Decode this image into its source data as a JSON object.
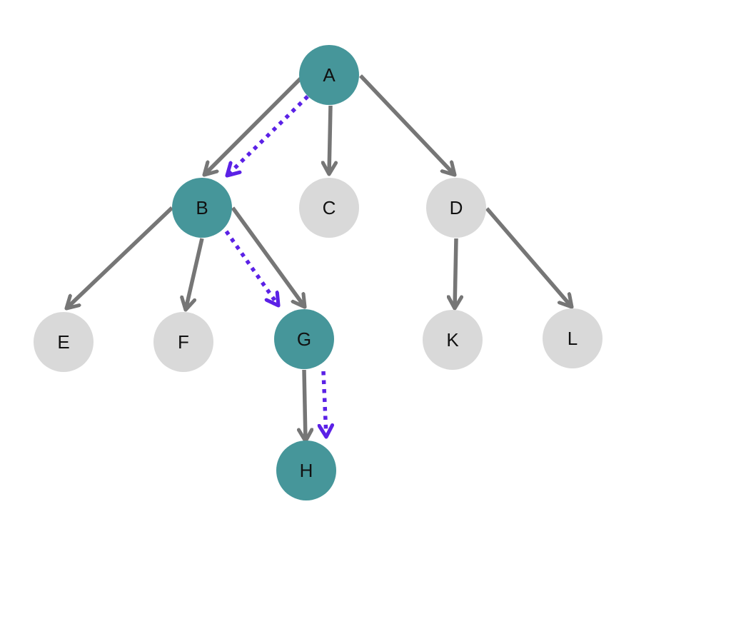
{
  "diagram": {
    "type": "tree-traversal",
    "colors": {
      "visited": "#46969A",
      "unvisited": "#D9D9D9",
      "edge": "#767676",
      "path": "#5B21E6"
    },
    "nodes": [
      {
        "id": "A",
        "label": "A",
        "visited": true
      },
      {
        "id": "B",
        "label": "B",
        "visited": true
      },
      {
        "id": "C",
        "label": "C",
        "visited": false
      },
      {
        "id": "D",
        "label": "D",
        "visited": false
      },
      {
        "id": "E",
        "label": "E",
        "visited": false
      },
      {
        "id": "F",
        "label": "F",
        "visited": false
      },
      {
        "id": "G",
        "label": "G",
        "visited": true
      },
      {
        "id": "K",
        "label": "K",
        "visited": false
      },
      {
        "id": "L",
        "label": "L",
        "visited": false
      },
      {
        "id": "H",
        "label": "H",
        "visited": true
      }
    ],
    "edges": [
      {
        "from": "A",
        "to": "B"
      },
      {
        "from": "A",
        "to": "C"
      },
      {
        "from": "A",
        "to": "D"
      },
      {
        "from": "B",
        "to": "E"
      },
      {
        "from": "B",
        "to": "F"
      },
      {
        "from": "B",
        "to": "G"
      },
      {
        "from": "D",
        "to": "K"
      },
      {
        "from": "D",
        "to": "L"
      },
      {
        "from": "G",
        "to": "H"
      }
    ],
    "path": [
      "A",
      "B",
      "G",
      "H"
    ]
  }
}
